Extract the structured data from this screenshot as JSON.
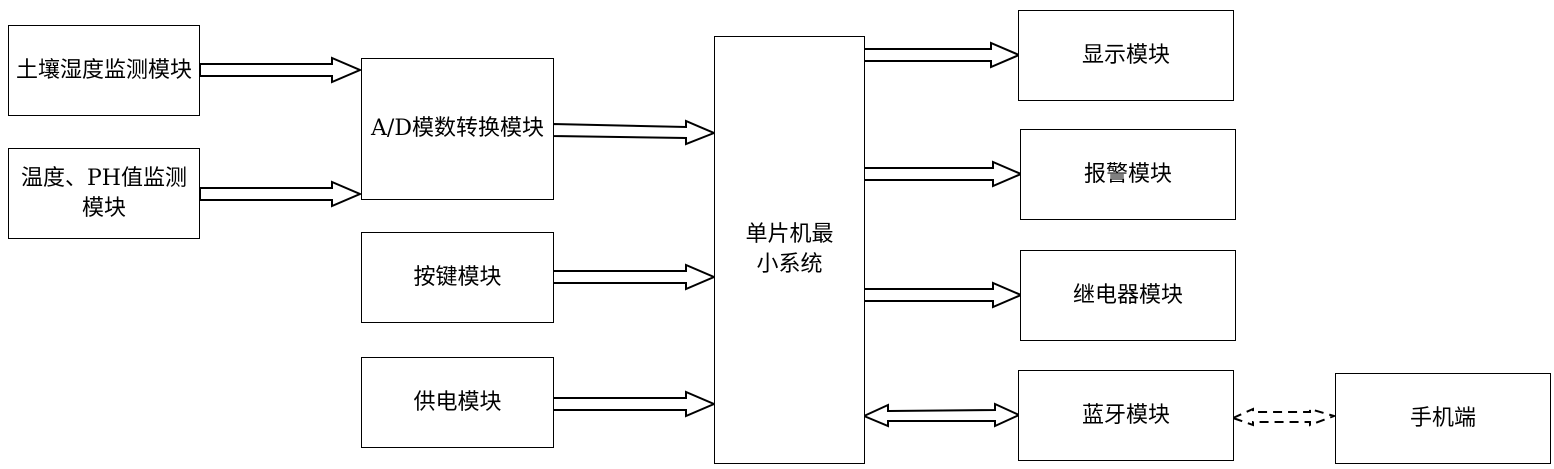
{
  "diagram": {
    "nodes": {
      "soil_humidity": "土壤湿度监测模块",
      "temp_ph": "温度、PH值监测模块",
      "ad_converter": "A/D模数转换模块",
      "keypad": "按键模块",
      "power": "供电模块",
      "mcu": "单片机最小系统",
      "display": "显示模块",
      "alarm": "报警模块",
      "relay": "继电器模块",
      "bluetooth": "蓝牙模块",
      "phone": "手机端"
    },
    "edges": [
      {
        "from": "soil_humidity",
        "to": "ad_converter",
        "style": "block-arrow"
      },
      {
        "from": "temp_ph",
        "to": "ad_converter",
        "style": "block-arrow"
      },
      {
        "from": "ad_converter",
        "to": "mcu",
        "style": "block-arrow"
      },
      {
        "from": "keypad",
        "to": "mcu",
        "style": "block-arrow"
      },
      {
        "from": "power",
        "to": "mcu",
        "style": "block-arrow"
      },
      {
        "from": "mcu",
        "to": "display",
        "style": "block-arrow"
      },
      {
        "from": "mcu",
        "to": "alarm",
        "style": "block-arrow"
      },
      {
        "from": "mcu",
        "to": "relay",
        "style": "block-arrow"
      },
      {
        "from": "mcu",
        "to": "bluetooth",
        "style": "double-block-arrow"
      },
      {
        "from": "bluetooth",
        "to": "phone",
        "style": "dashed-double-block-arrow"
      }
    ]
  }
}
